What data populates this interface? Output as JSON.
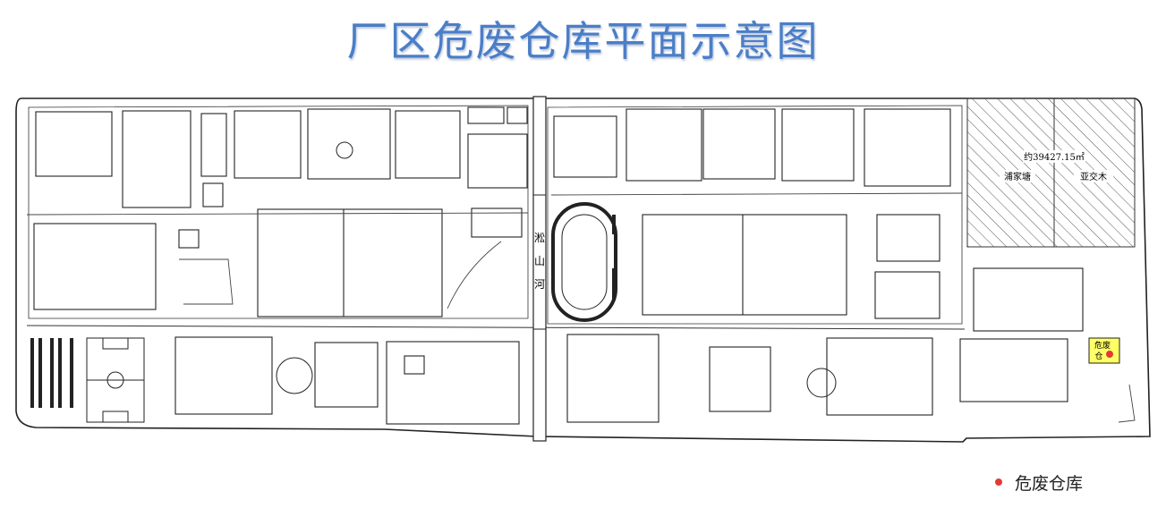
{
  "title": "厂区危废仓库平面示意图",
  "river_label": [
    "淞",
    "山",
    "河"
  ],
  "plot": {
    "area": "约39427.15㎡",
    "left": "浦家塘",
    "right": "亚交木"
  },
  "hazwaste_store": {
    "line1": "危废",
    "line2": "仓"
  },
  "legend": {
    "label": "危废仓库",
    "color": "#e53935"
  }
}
